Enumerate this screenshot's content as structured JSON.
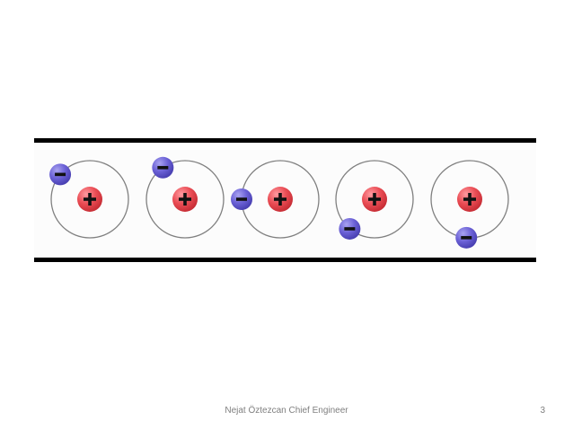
{
  "diagram": {
    "nucleus_symbol": "+",
    "electron_symbol": "−",
    "atoms": [
      {
        "electron_angle_deg": 220
      },
      {
        "electron_angle_deg": 235
      },
      {
        "electron_angle_deg": 180
      },
      {
        "electron_angle_deg": 130
      },
      {
        "electron_angle_deg": 95
      }
    ]
  },
  "colors": {
    "background": "#ffffff",
    "band_fill": "#fcfcfc",
    "band_border": "#000000",
    "orbit": "#808080",
    "nucleus": "#e8454b",
    "electron": "#5b52c9"
  },
  "footer": {
    "text": "Nejat Öztezcan Chief Engineer",
    "page_number": "3"
  }
}
